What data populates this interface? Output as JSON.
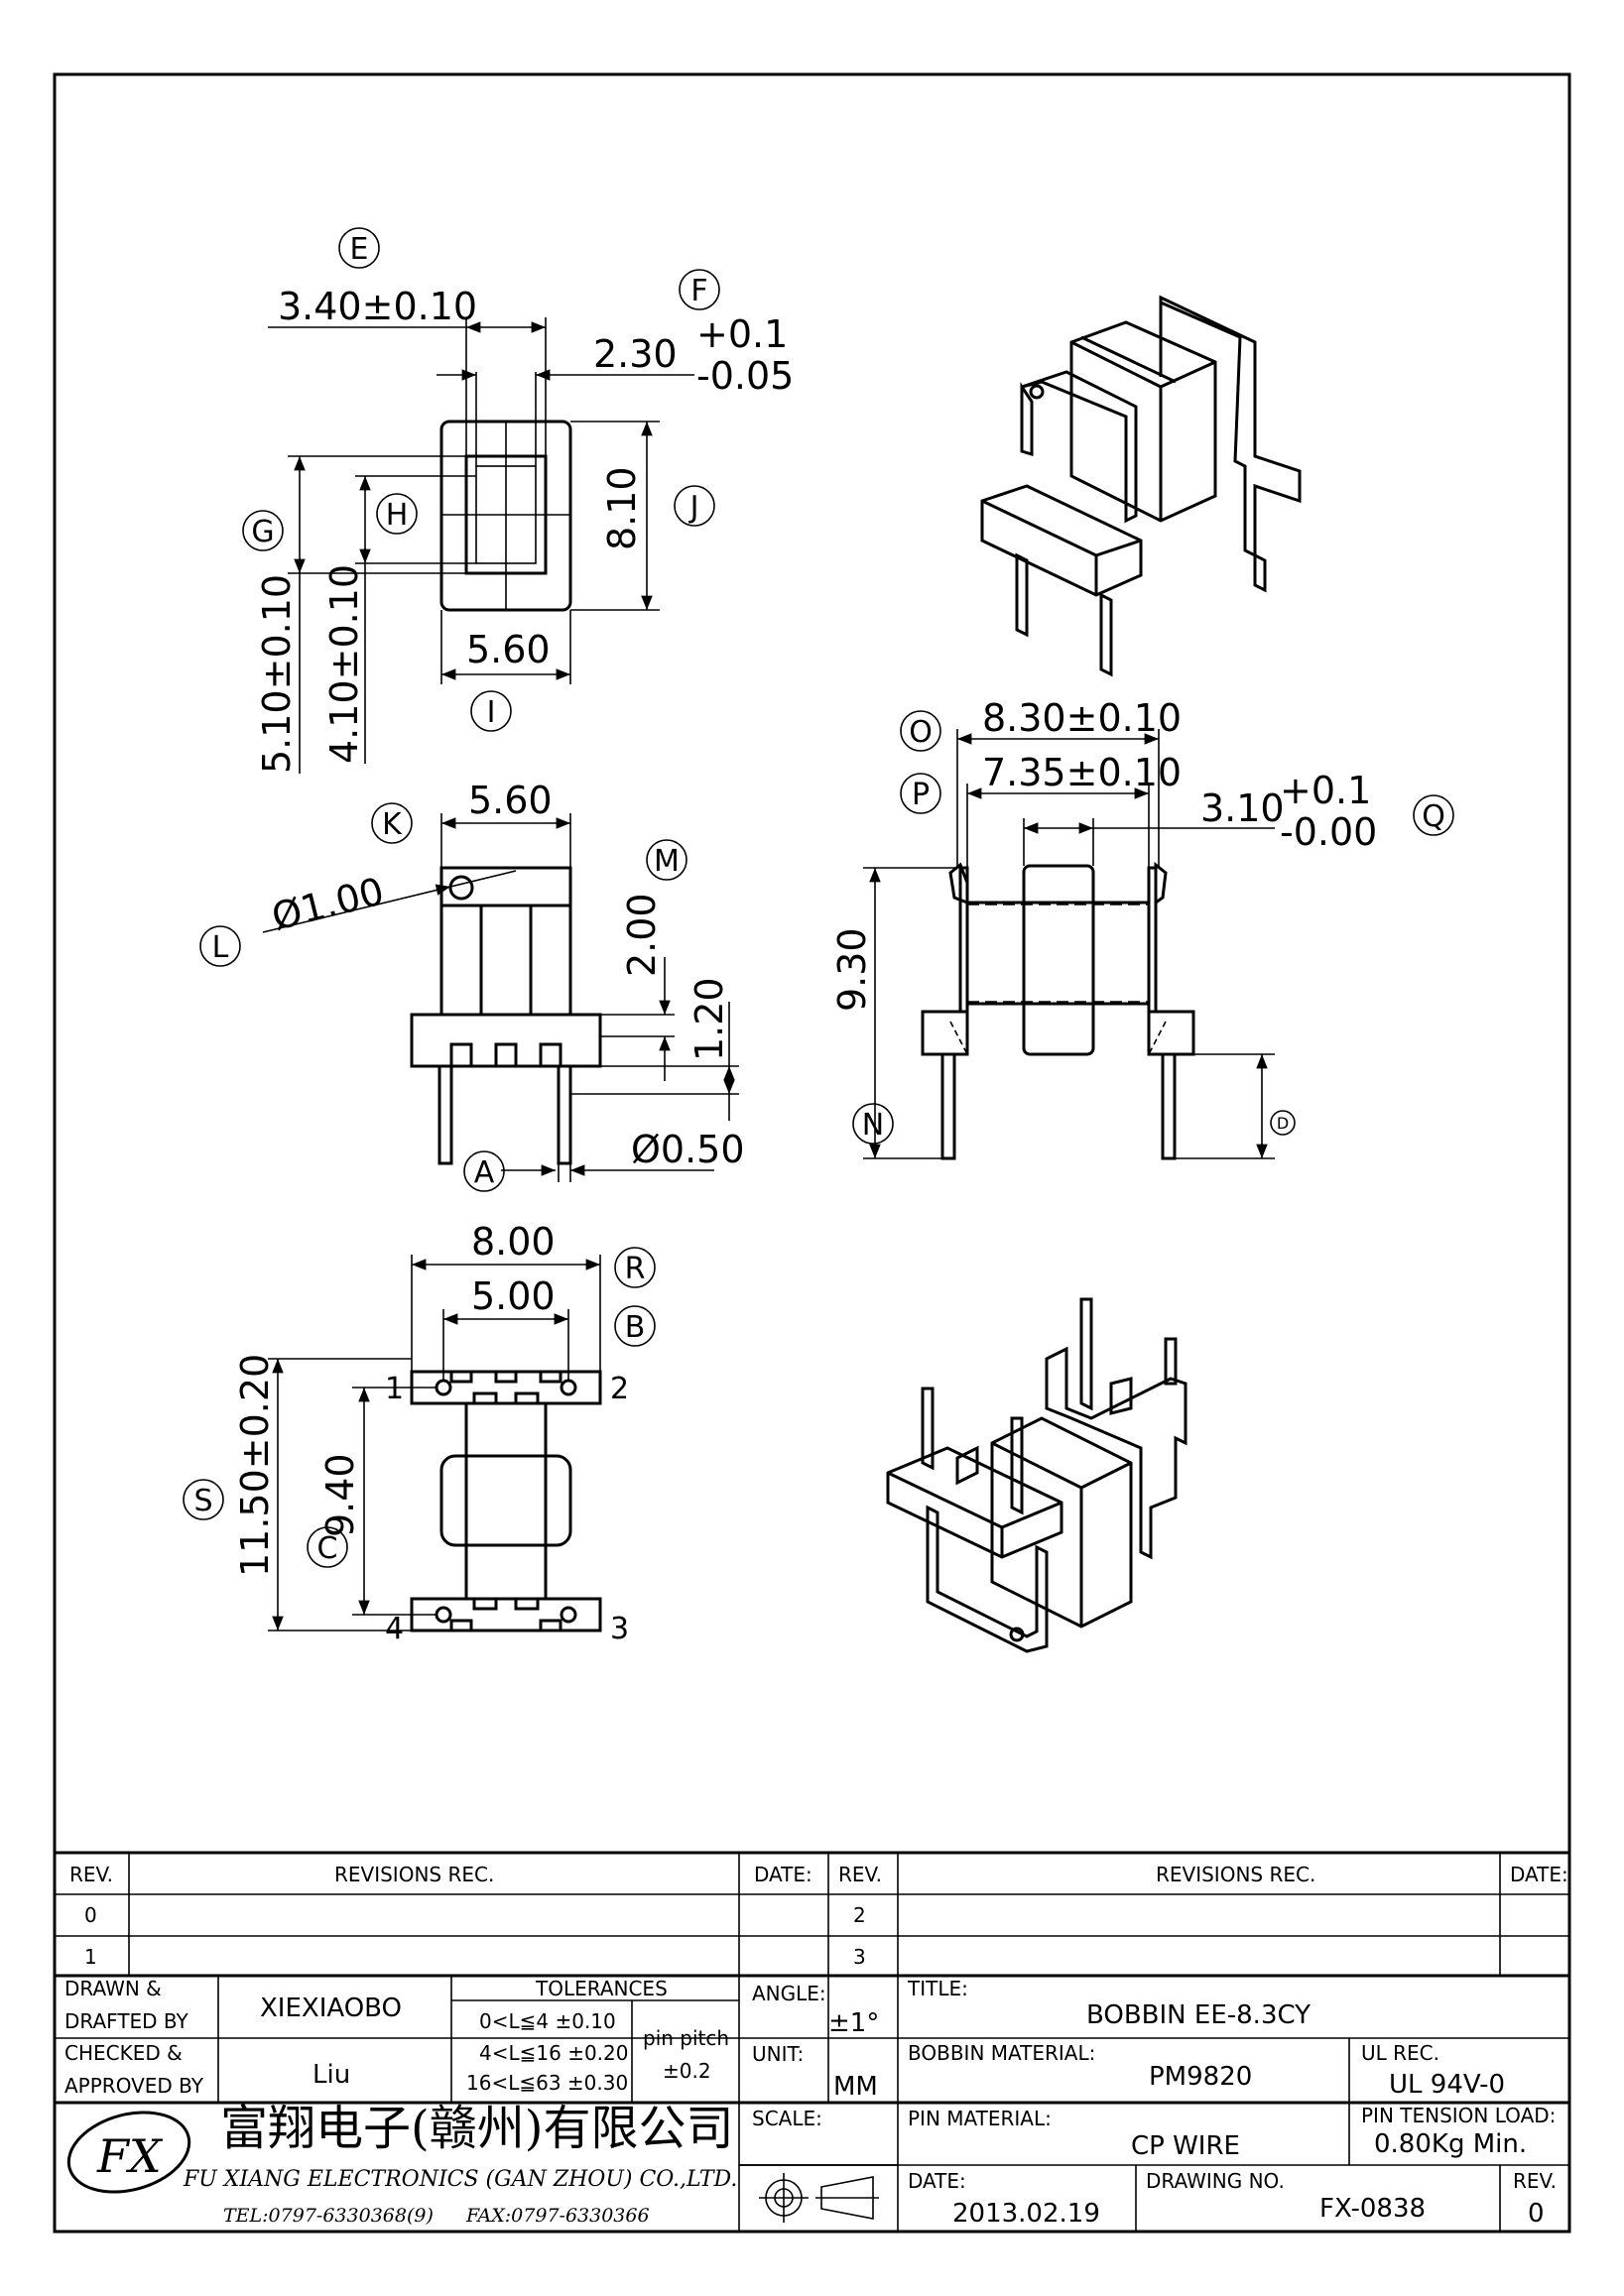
{
  "dims": {
    "e": "3.40±0.10",
    "f_nom": "2.30",
    "f_tol_up": "+0.1",
    "f_tol_dn": "-0.05",
    "j": "8.10",
    "i": "5.60",
    "g": "5.10±0.10",
    "h": "4.10±0.10",
    "k": "5.60",
    "l": "Ø1.00",
    "m": "2.00",
    "m2": "1.20",
    "a": "Ø0.50",
    "o": "8.30±0.10",
    "p": "7.35±0.10",
    "q_nom": "3.10",
    "q_tol_up": "+0.1",
    "q_tol_dn": "-0.00",
    "n": "9.30",
    "r": "8.00",
    "b": "5.00",
    "c": "9.40",
    "s": "11.50±0.20"
  },
  "labels": [
    "A",
    "B",
    "C",
    "D",
    "E",
    "F",
    "G",
    "H",
    "I",
    "J",
    "K",
    "L",
    "M",
    "N",
    "O",
    "P",
    "Q",
    "R",
    "S"
  ],
  "pins": [
    "1",
    "2",
    "3",
    "4"
  ],
  "title_block": {
    "rev_header": "REV.",
    "revisions_header": "REVISIONS   REC.",
    "date_header": "DATE:",
    "rev_rows_left": [
      "0",
      "1"
    ],
    "rev_rows_right": [
      "2",
      "3"
    ],
    "drawn_label_1": "DRAWN &",
    "drawn_label_2": "DRAFTED BY",
    "drawn_value": "XIEXIAOBO",
    "checked_label_1": "CHECKED &",
    "checked_label_2": "APPROVED BY",
    "checked_value": "Liu",
    "tolerances_header": "TOLERANCES",
    "tol_rows": [
      "0<L≦4    ±0.10",
      "4<L≦16  ±0.20",
      "16<L≦63  ±0.30"
    ],
    "pin_pitch_label": "pin pitch",
    "pin_pitch_value": "±0.2",
    "angle_label": "ANGLE:",
    "angle_value": "±1°",
    "unit_label": "UNIT:",
    "unit_value": "MM",
    "scale_label": "SCALE:",
    "title_label": "TITLE:",
    "title_value": "BOBBIN  EE-8.3CY",
    "bobbin_material_label": "BOBBIN MATERIAL:",
    "bobbin_material_value": "PM9820",
    "ul_label": "UL REC.",
    "ul_value": "UL  94V-0",
    "pin_material_label": "PIN MATERIAL:",
    "pin_material_value": "CP  WIRE",
    "pin_tension_label": "PIN TENSION LOAD:",
    "pin_tension_value": "0.80Kg  Min.",
    "date_label": "DATE:",
    "date_value": "2013.02.19",
    "drawing_no_label": "DRAWING NO.",
    "drawing_no_value": "FX-0838",
    "rev_label": "REV.",
    "rev_value": "0",
    "company_cn": "富翔电子(赣州)有限公司",
    "company_en": "FU XIANG ELECTRONICS (GAN ZHOU) CO.,LTD.",
    "tel": "TEL:0797-6330368(9)",
    "fax": "FAX:0797-6330366",
    "logo_text": "FX"
  }
}
